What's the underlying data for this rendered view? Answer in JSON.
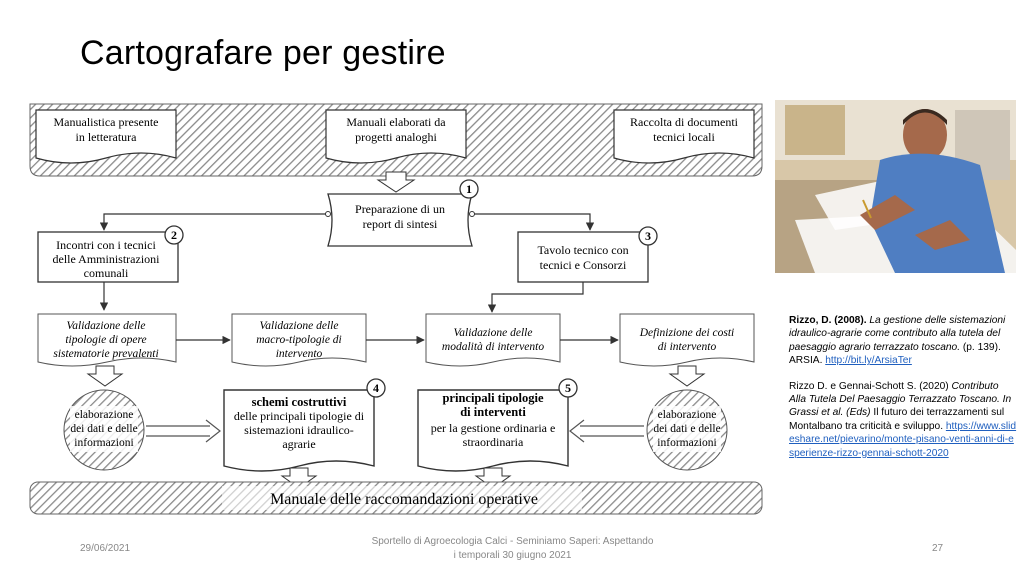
{
  "slide": {
    "title": "Cartografare  per gestire",
    "footer_date": "29/06/2021",
    "footer_center_line1": "Sportello di Agroecologia Calci - Seminiamo Saperi: Aspettando",
    "footer_center_line2": "i temporali 30 giugno 2021",
    "page_number": "27"
  },
  "diagram": {
    "sources": [
      {
        "line1": "Manualistica presente",
        "line2": "in letteratura"
      },
      {
        "line1": "Manuali elaborati da",
        "line2": "progetti analoghi"
      },
      {
        "line1": "Raccolta di documenti",
        "line2": "tecnici locali"
      }
    ],
    "step1": {
      "num": "1",
      "line1": "Preparazione di un",
      "line2": "report di sintesi"
    },
    "step2": {
      "num": "2",
      "line1": "Incontri con i tecnici",
      "line2": "delle Amministrazioni",
      "line3": "comunali"
    },
    "step3": {
      "num": "3",
      "line1": "Tavolo tecnico con",
      "line2": "tecnici e Consorzi"
    },
    "validations": [
      {
        "line1": "Validazione delle",
        "line2": "tipologie di opere",
        "line3": "sistematorie prevalenti"
      },
      {
        "line1": "Validazione delle",
        "line2": "macro-tipologie di",
        "line3": "intervento"
      },
      {
        "line1": "Validazione delle",
        "line2": "modalità di intervento",
        "line3": ""
      },
      {
        "line1": "Definizione dei costi",
        "line2": "di intervento",
        "line3": ""
      }
    ],
    "elaboration": {
      "line1": "elaborazione",
      "line2": "dei dati e delle",
      "line3": "informazioni"
    },
    "step4": {
      "num": "4",
      "bold": "schemi costruttivi",
      "line1": "delle principali tipologie di",
      "line2": "sistemazioni idraulico-",
      "line3": "agrarie"
    },
    "step5": {
      "num": "5",
      "bold1": "principali tipologie",
      "bold2": "di interventi",
      "line1": "per la gestione ordinaria e",
      "line2": "straordinaria"
    },
    "manual": "Manuale delle raccomandazioni operative"
  },
  "references": {
    "ref1_author": "Rizzo, D. (2008). ",
    "ref1_title": "La gestione delle sistemazioni idraulico-agrarie come contributo alla tutela del paesaggio agrario terrazzato toscano.",
    "ref1_pages": " (p. 139). ARSIA. ",
    "ref1_link": "http://bit.ly/ArsiaTer",
    "ref2_author": "Rizzo D. e Gennai-Schott S. (2020) ",
    "ref2_title": "Contributo Alla Tutela Del Paesaggio Terrazzato Toscano. In Grassi et al. (Eds)",
    "ref2_text": " Il futuro dei terrazzamenti sul Montalbano tra criticità e sviluppo.",
    "ref2_link": "https://www.slideshare.net/pievarino/monte-pisano-venti-anni-di-esperienze-rizzo-gennai-schott-2020"
  }
}
